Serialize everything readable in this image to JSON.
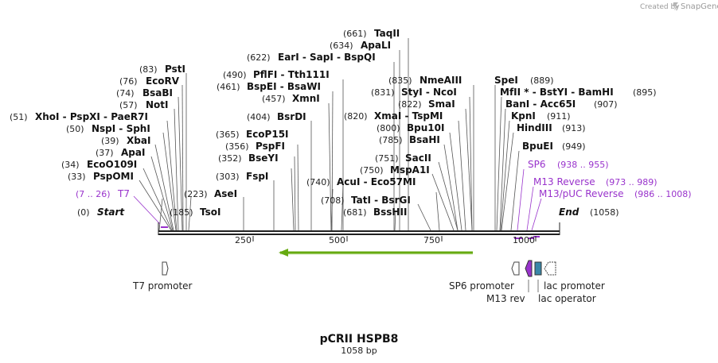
{
  "credit": {
    "created_by": "Created by",
    "brand": "SnapGene"
  },
  "map": {
    "title": "pCRII HSPB8",
    "length_label": "1058 bp",
    "total_bp": 1058,
    "start_label": "Start",
    "start_pos": "(0)",
    "end_label": "End",
    "end_pos": "(1058)",
    "ticks": [
      "250",
      "500",
      "750",
      "1000"
    ]
  },
  "left_enzymes": [
    {
      "pos": "(83)",
      "name": "PstI"
    },
    {
      "pos": "(76)",
      "name": "EcoRV"
    },
    {
      "pos": "(74)",
      "name": "BsaBI"
    },
    {
      "pos": "(57)",
      "name": "NotI"
    },
    {
      "pos": "(51)",
      "name": "XhoI - PspXI - PaeR7I"
    },
    {
      "pos": "(50)",
      "name": "NspI - SphI"
    },
    {
      "pos": "(39)",
      "name": "XbaI"
    },
    {
      "pos": "(37)",
      "name": "ApaI"
    },
    {
      "pos": "(34)",
      "name": "EcoO109I"
    },
    {
      "pos": "(33)",
      "name": "PspOMI"
    }
  ],
  "mid_left_enzymes": [
    {
      "pos": "(490)",
      "name": "PflFI - Tth111I"
    },
    {
      "pos": "(461)",
      "name": "BspEI - BsaWI"
    },
    {
      "pos": "(457)",
      "name": "XmnI"
    },
    {
      "pos": "(404)",
      "name": "BsrDI"
    },
    {
      "pos": "(365)",
      "name": "EcoP15I"
    },
    {
      "pos": "(356)",
      "name": "PspFI"
    },
    {
      "pos": "(352)",
      "name": "BseYI"
    },
    {
      "pos": "(303)",
      "name": "FspI"
    },
    {
      "pos": "(223)",
      "name": "AseI"
    },
    {
      "pos": "(185)",
      "name": "TsoI"
    }
  ],
  "top_enzymes": [
    {
      "pos": "(661)",
      "name": "TaqII"
    },
    {
      "pos": "(634)",
      "name": "ApaLI"
    },
    {
      "pos": "(622)",
      "name": "EarI - SapI - BspQI"
    }
  ],
  "mid_right_enzymes": [
    {
      "pos": "(835)",
      "name": "NmeAIII"
    },
    {
      "pos": "(831)",
      "name": "StyI - NcoI"
    },
    {
      "pos": "(822)",
      "name": "SmaI"
    },
    {
      "pos": "(820)",
      "name": "XmaI - TspMI"
    },
    {
      "pos": "(800)",
      "name": "Bpu10I"
    },
    {
      "pos": "(785)",
      "name": "BsaHI"
    },
    {
      "pos": "(751)",
      "name": "SacII"
    },
    {
      "pos": "(750)",
      "name": "MspA1I"
    },
    {
      "pos": "(740)",
      "name": "AcuI - Eco57MI"
    },
    {
      "pos": "(708)",
      "name": "TatI - BsrGI"
    },
    {
      "pos": "(681)",
      "name": "BssHII"
    }
  ],
  "right_enzymes": [
    {
      "name": "SpeI",
      "pos": "(889)"
    },
    {
      "name": "MfII * - BstYI - BamHI",
      "pos": "(895)"
    },
    {
      "name": "BanI - Acc65I",
      "pos": "(907)"
    },
    {
      "name": "KpnI",
      "pos": "(911)"
    },
    {
      "name": "HindIII",
      "pos": "(913)"
    },
    {
      "name": "BpuEI",
      "pos": "(949)"
    }
  ],
  "primers": [
    {
      "name": "T7",
      "range": "(7 .. 26)"
    },
    {
      "name": "SP6",
      "range": "(938 .. 955)"
    },
    {
      "name": "M13 Reverse",
      "range": "(973 .. 989)"
    },
    {
      "name": "M13/pUC Reverse",
      "range": "(986 .. 1008)"
    }
  ],
  "features": {
    "t7_promoter": "T7 promoter",
    "sp6_promoter": "SP6 promoter",
    "m13_rev": "M13 rev",
    "lac_promoter": "lac promoter",
    "lac_operator": "lac operator"
  },
  "colors": {
    "backbone": "#222222",
    "orf_arrow": "#66aa11",
    "primer": "#9933cc",
    "m13_rev_feature": "#9933cc",
    "lac_operator": "#3a87a8"
  }
}
